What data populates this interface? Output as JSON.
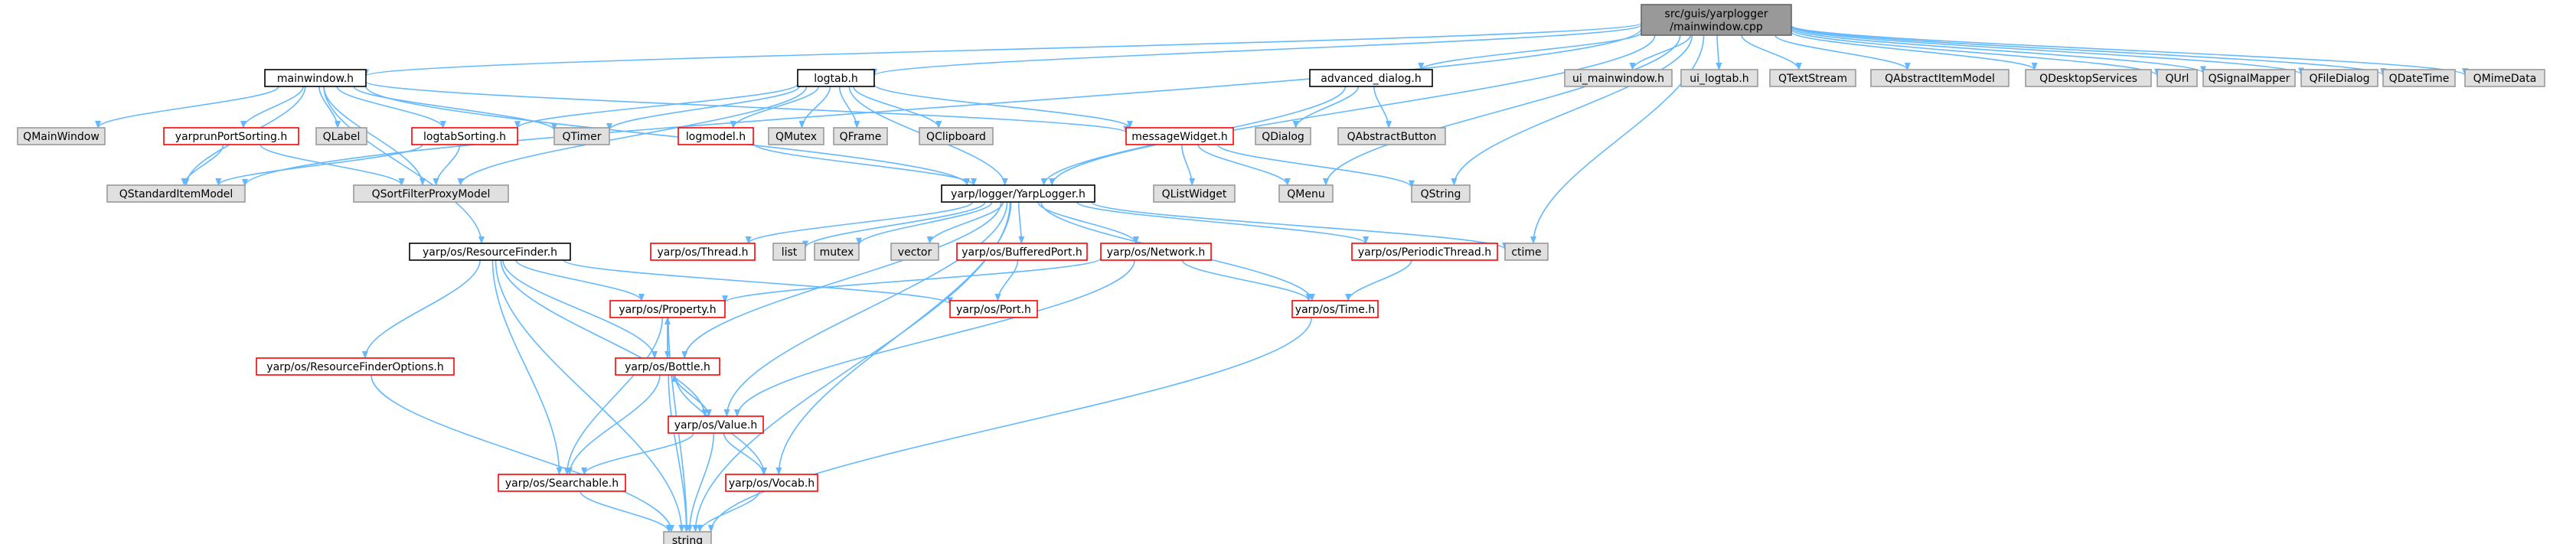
{
  "colors": {
    "root_fill": "#999999",
    "root_border": "#666666",
    "doc_fill": "#ffffff",
    "doc_border": "#000000",
    "missing_fill": "#e0e0e0",
    "missing_border": "#999999",
    "incomplete_fill": "#ffffff",
    "incomplete_border": "#ff0000",
    "edge": "#63b8ff"
  },
  "nodes": [
    {
      "id": "root",
      "kind": "root",
      "lines": [
        "src/guis/yarplogger",
        "/mainwindow.cpp"
      ]
    },
    {
      "id": "mainwindow_h",
      "kind": "doc",
      "lines": [
        "mainwindow.h"
      ]
    },
    {
      "id": "logtab_h",
      "kind": "doc",
      "lines": [
        "logtab.h"
      ]
    },
    {
      "id": "advanced_dialog_h",
      "kind": "doc",
      "lines": [
        "advanced_dialog.h"
      ]
    },
    {
      "id": "ui_mainwindow_h",
      "kind": "missing",
      "lines": [
        "ui_mainwindow.h"
      ]
    },
    {
      "id": "ui_logtab_h",
      "kind": "missing",
      "lines": [
        "ui_logtab.h"
      ]
    },
    {
      "id": "QTextStream",
      "kind": "missing",
      "lines": [
        "QTextStream"
      ]
    },
    {
      "id": "QAbstractItemModel",
      "kind": "missing",
      "lines": [
        "QAbstractItemModel"
      ]
    },
    {
      "id": "QDesktopServices",
      "kind": "missing",
      "lines": [
        "QDesktopServices"
      ]
    },
    {
      "id": "QUrl",
      "kind": "missing",
      "lines": [
        "QUrl"
      ]
    },
    {
      "id": "QSignalMapper",
      "kind": "missing",
      "lines": [
        "QSignalMapper"
      ]
    },
    {
      "id": "QFileDialog",
      "kind": "missing",
      "lines": [
        "QFileDialog"
      ]
    },
    {
      "id": "QDateTime",
      "kind": "missing",
      "lines": [
        "QDateTime"
      ]
    },
    {
      "id": "QMimeData",
      "kind": "missing",
      "lines": [
        "QMimeData"
      ]
    },
    {
      "id": "QMainWindow",
      "kind": "missing",
      "lines": [
        "QMainWindow"
      ]
    },
    {
      "id": "yarprunPortSorting_h",
      "kind": "incomplete",
      "lines": [
        "yarprunPortSorting.h"
      ]
    },
    {
      "id": "QLabel",
      "kind": "missing",
      "lines": [
        "QLabel"
      ]
    },
    {
      "id": "logtabSorting_h",
      "kind": "incomplete",
      "lines": [
        "logtabSorting.h"
      ]
    },
    {
      "id": "QTimer",
      "kind": "missing",
      "lines": [
        "QTimer"
      ]
    },
    {
      "id": "logmodel_h",
      "kind": "incomplete",
      "lines": [
        "logmodel.h"
      ]
    },
    {
      "id": "QMutex",
      "kind": "missing",
      "lines": [
        "QMutex"
      ]
    },
    {
      "id": "QFrame",
      "kind": "missing",
      "lines": [
        "QFrame"
      ]
    },
    {
      "id": "QClipboard",
      "kind": "missing",
      "lines": [
        "QClipboard"
      ]
    },
    {
      "id": "messageWidget_h",
      "kind": "incomplete",
      "lines": [
        "messageWidget.h"
      ]
    },
    {
      "id": "QDialog",
      "kind": "missing",
      "lines": [
        "QDialog"
      ]
    },
    {
      "id": "QAbstractButton",
      "kind": "missing",
      "lines": [
        "QAbstractButton"
      ]
    },
    {
      "id": "QStandardItemModel",
      "kind": "missing",
      "lines": [
        "QStandardItemModel"
      ]
    },
    {
      "id": "QSortFilterProxyModel",
      "kind": "missing",
      "lines": [
        "QSortFilterProxyModel"
      ]
    },
    {
      "id": "YarpLogger_h",
      "kind": "doc",
      "lines": [
        "yarp/logger/YarpLogger.h"
      ]
    },
    {
      "id": "QListWidget",
      "kind": "missing",
      "lines": [
        "QListWidget"
      ]
    },
    {
      "id": "QMenu",
      "kind": "missing",
      "lines": [
        "QMenu"
      ]
    },
    {
      "id": "QString",
      "kind": "missing",
      "lines": [
        "QString"
      ]
    },
    {
      "id": "ResourceFinder_h",
      "kind": "doc",
      "lines": [
        "yarp/os/ResourceFinder.h"
      ]
    },
    {
      "id": "Thread_h",
      "kind": "incomplete",
      "lines": [
        "yarp/os/Thread.h"
      ]
    },
    {
      "id": "list",
      "kind": "missing",
      "lines": [
        "list"
      ]
    },
    {
      "id": "mutex",
      "kind": "missing",
      "lines": [
        "mutex"
      ]
    },
    {
      "id": "vector",
      "kind": "missing",
      "lines": [
        "vector"
      ]
    },
    {
      "id": "BufferedPort_h",
      "kind": "incomplete",
      "lines": [
        "yarp/os/BufferedPort.h"
      ]
    },
    {
      "id": "Network_h",
      "kind": "incomplete",
      "lines": [
        "yarp/os/Network.h"
      ]
    },
    {
      "id": "PeriodicThread_h",
      "kind": "incomplete",
      "lines": [
        "yarp/os/PeriodicThread.h"
      ]
    },
    {
      "id": "ctime",
      "kind": "missing",
      "lines": [
        "ctime"
      ]
    },
    {
      "id": "Property_h",
      "kind": "incomplete",
      "lines": [
        "yarp/os/Property.h"
      ]
    },
    {
      "id": "Port_h",
      "kind": "incomplete",
      "lines": [
        "yarp/os/Port.h"
      ]
    },
    {
      "id": "Time_h",
      "kind": "incomplete",
      "lines": [
        "yarp/os/Time.h"
      ]
    },
    {
      "id": "ResourceFinderOptions_h",
      "kind": "incomplete",
      "lines": [
        "yarp/os/ResourceFinderOptions.h"
      ]
    },
    {
      "id": "Bottle_h",
      "kind": "incomplete",
      "lines": [
        "yarp/os/Bottle.h"
      ]
    },
    {
      "id": "Value_h",
      "kind": "incomplete",
      "lines": [
        "yarp/os/Value.h"
      ]
    },
    {
      "id": "Searchable_h",
      "kind": "incomplete",
      "lines": [
        "yarp/os/Searchable.h"
      ]
    },
    {
      "id": "Vocab_h",
      "kind": "incomplete",
      "lines": [
        "yarp/os/Vocab.h"
      ]
    },
    {
      "id": "string",
      "kind": "missing",
      "lines": [
        "string"
      ]
    }
  ],
  "edges": [
    [
      "root",
      "mainwindow_h"
    ],
    [
      "root",
      "logtab_h"
    ],
    [
      "root",
      "advanced_dialog_h"
    ],
    [
      "root",
      "ui_mainwindow_h"
    ],
    [
      "root",
      "ui_logtab_h"
    ],
    [
      "root",
      "QTextStream"
    ],
    [
      "root",
      "QAbstractItemModel"
    ],
    [
      "root",
      "QDesktopServices"
    ],
    [
      "root",
      "QUrl"
    ],
    [
      "root",
      "QSignalMapper"
    ],
    [
      "root",
      "QFileDialog"
    ],
    [
      "root",
      "QDateTime"
    ],
    [
      "root",
      "QMimeData"
    ],
    [
      "root",
      "QStandardItemModel"
    ],
    [
      "root",
      "YarpLogger_h"
    ],
    [
      "root",
      "QMenu"
    ],
    [
      "root",
      "QString"
    ],
    [
      "root",
      "ctime"
    ],
    [
      "mainwindow_h",
      "QMainWindow"
    ],
    [
      "mainwindow_h",
      "yarprunPortSorting_h"
    ],
    [
      "mainwindow_h",
      "QLabel"
    ],
    [
      "mainwindow_h",
      "QTimer"
    ],
    [
      "mainwindow_h",
      "logtabSorting_h"
    ],
    [
      "mainwindow_h",
      "QStandardItemModel"
    ],
    [
      "mainwindow_h",
      "QSortFilterProxyModel"
    ],
    [
      "mainwindow_h",
      "messageWidget_h"
    ],
    [
      "mainwindow_h",
      "YarpLogger_h"
    ],
    [
      "mainwindow_h",
      "ResourceFinder_h"
    ],
    [
      "logtab_h",
      "logtabSorting_h"
    ],
    [
      "logtab_h",
      "QTimer"
    ],
    [
      "logtab_h",
      "logmodel_h"
    ],
    [
      "logtab_h",
      "QMutex"
    ],
    [
      "logtab_h",
      "QFrame"
    ],
    [
      "logtab_h",
      "QClipboard"
    ],
    [
      "logtab_h",
      "messageWidget_h"
    ],
    [
      "logtab_h",
      "YarpLogger_h"
    ],
    [
      "logtab_h",
      "QSortFilterProxyModel"
    ],
    [
      "advanced_dialog_h",
      "QDialog"
    ],
    [
      "advanced_dialog_h",
      "QAbstractButton"
    ],
    [
      "advanced_dialog_h",
      "YarpLogger_h"
    ],
    [
      "yarprunPortSorting_h",
      "QStandardItemModel"
    ],
    [
      "yarprunPortSorting_h",
      "QSortFilterProxyModel"
    ],
    [
      "logtabSorting_h",
      "QStandardItemModel"
    ],
    [
      "logtabSorting_h",
      "QSortFilterProxyModel"
    ],
    [
      "logmodel_h",
      "YarpLogger_h"
    ],
    [
      "messageWidget_h",
      "QListWidget"
    ],
    [
      "messageWidget_h",
      "QMenu"
    ],
    [
      "messageWidget_h",
      "QString"
    ],
    [
      "YarpLogger_h",
      "Thread_h"
    ],
    [
      "YarpLogger_h",
      "list"
    ],
    [
      "YarpLogger_h",
      "mutex"
    ],
    [
      "YarpLogger_h",
      "vector"
    ],
    [
      "YarpLogger_h",
      "BufferedPort_h"
    ],
    [
      "YarpLogger_h",
      "Network_h"
    ],
    [
      "YarpLogger_h",
      "PeriodicThread_h"
    ],
    [
      "YarpLogger_h",
      "ctime"
    ],
    [
      "YarpLogger_h",
      "string"
    ],
    [
      "YarpLogger_h",
      "Bottle_h"
    ],
    [
      "YarpLogger_h",
      "Value_h"
    ],
    [
      "YarpLogger_h",
      "Vocab_h"
    ],
    [
      "YarpLogger_h",
      "Time_h"
    ],
    [
      "ResourceFinder_h",
      "Property_h"
    ],
    [
      "ResourceFinder_h",
      "Port_h"
    ],
    [
      "ResourceFinder_h",
      "ResourceFinderOptions_h"
    ],
    [
      "ResourceFinder_h",
      "Bottle_h"
    ],
    [
      "ResourceFinder_h",
      "Searchable_h"
    ],
    [
      "ResourceFinder_h",
      "string"
    ],
    [
      "ResourceFinder_h",
      "Value_h"
    ],
    [
      "BufferedPort_h",
      "Port_h"
    ],
    [
      "Network_h",
      "Property_h"
    ],
    [
      "Network_h",
      "Time_h"
    ],
    [
      "Network_h",
      "Value_h"
    ],
    [
      "PeriodicThread_h",
      "Time_h"
    ],
    [
      "Time_h",
      "string"
    ],
    [
      "Property_h",
      "Bottle_h"
    ],
    [
      "Property_h",
      "Searchable_h"
    ],
    [
      "Property_h",
      "string"
    ],
    [
      "Bottle_h",
      "Property_h"
    ],
    [
      "Bottle_h",
      "Value_h"
    ],
    [
      "Bottle_h",
      "Searchable_h"
    ],
    [
      "Bottle_h",
      "Vocab_h"
    ],
    [
      "Bottle_h",
      "string"
    ],
    [
      "Value_h",
      "Bottle_h"
    ],
    [
      "Value_h",
      "Searchable_h"
    ],
    [
      "Value_h",
      "Vocab_h"
    ],
    [
      "Value_h",
      "string"
    ],
    [
      "ResourceFinderOptions_h",
      "string"
    ],
    [
      "Searchable_h",
      "string"
    ],
    [
      "Vocab_h",
      "string"
    ]
  ]
}
